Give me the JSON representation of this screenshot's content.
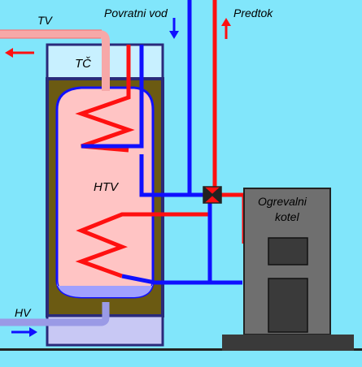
{
  "labels": {
    "tv": "TV",
    "povratni_vod": "Povratni vod",
    "predtok": "Predtok",
    "tc": "TČ",
    "htv": "HTV",
    "ogrevalni_kotel_line1": "Ogrevalni",
    "ogrevalni_kotel_line2": "kotel",
    "hv": "HV"
  },
  "colors": {
    "background": "#81e6fb",
    "hot_line": "#ff1010",
    "cold_line": "#1010ff",
    "tank_fill": "#ffc4c4",
    "insulation": "#6b5a12",
    "frame": "#2a2a7a",
    "heat_pump_box": "#c8f0ff",
    "boiler_body": "#6f6f6f",
    "boiler_base": "#3a3a3a",
    "hot_water_pipe": "#f6a8a8",
    "cold_water_pipe": "#9a9ae6"
  }
}
